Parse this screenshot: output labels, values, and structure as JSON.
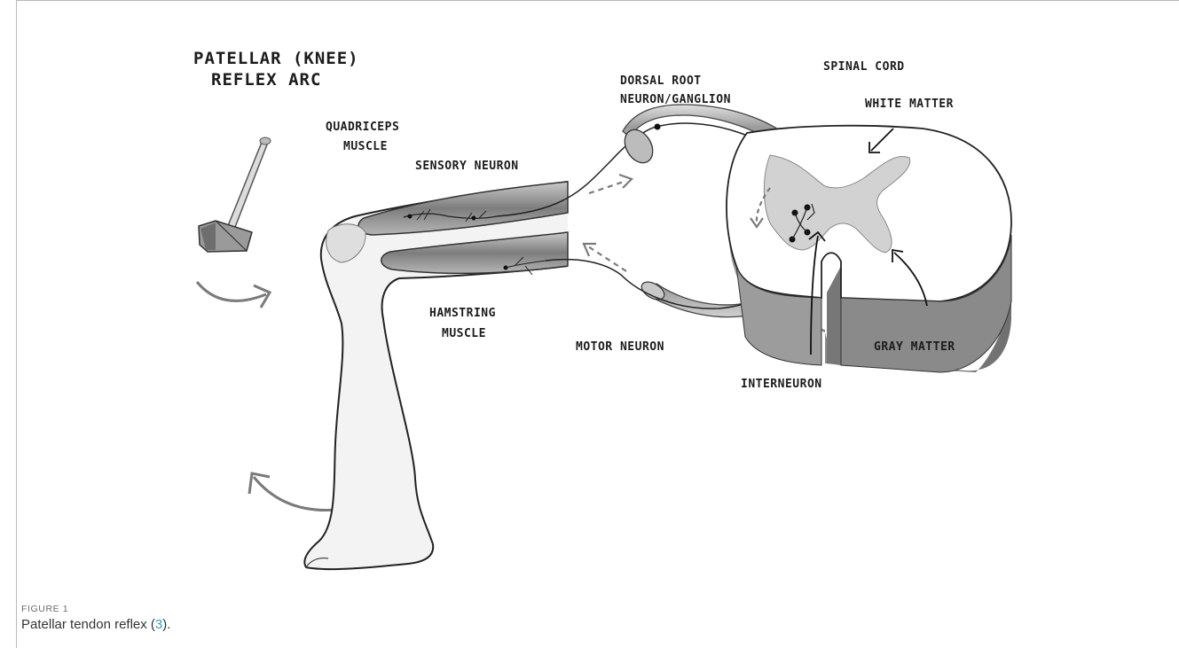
{
  "title": {
    "line1": "PATELLAR (KNEE)",
    "line2": "REFLEX ARC"
  },
  "labels": {
    "quadriceps_line1": "QUADRICEPS",
    "quadriceps_line2": "MUSCLE",
    "sensory_neuron": "SENSORY NEURON",
    "hamstring_line1": "HAMSTRING",
    "hamstring_line2": "MUSCLE",
    "motor_neuron": "MOTOR NEURON",
    "dorsal_root_line1": "DORSAL ROOT",
    "dorsal_root_line2": "NEURON/GANGLION",
    "spinal_cord": "SPINAL CORD",
    "white_matter": "WHITE MATTER",
    "gray_matter": "GRAY MATTER",
    "interneuron": "INTERNEURON"
  },
  "figure": {
    "label": "FIGURE 1",
    "caption_prefix": "Patellar tendon reflex (",
    "caption_ref": "3",
    "caption_suffix": ")."
  },
  "colors": {
    "ink": "#1c1c1c",
    "shade": "#8a8a8a",
    "light_shade": "#d9d9d9",
    "ref_link": "#2f9fb8"
  },
  "icons": [
    "reflex-hammer-icon",
    "swing-arrow-icon",
    "kick-arrow-icon",
    "signal-arrow-icon"
  ]
}
